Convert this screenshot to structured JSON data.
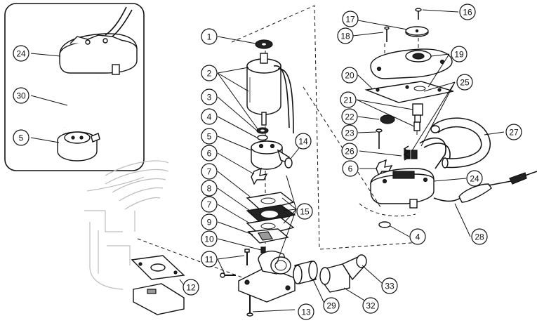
{
  "callouts": [
    {
      "id": "c1",
      "label": "1"
    },
    {
      "id": "c2",
      "label": "2"
    },
    {
      "id": "c3",
      "label": "3"
    },
    {
      "id": "c4a",
      "label": "4"
    },
    {
      "id": "c4b",
      "label": "4"
    },
    {
      "id": "c5a",
      "label": "5"
    },
    {
      "id": "c5b",
      "label": "5"
    },
    {
      "id": "c6a",
      "label": "6"
    },
    {
      "id": "c6b",
      "label": "6"
    },
    {
      "id": "c7a",
      "label": "7"
    },
    {
      "id": "c7b",
      "label": "7"
    },
    {
      "id": "c8",
      "label": "8"
    },
    {
      "id": "c9",
      "label": "9"
    },
    {
      "id": "c10",
      "label": "10"
    },
    {
      "id": "c11",
      "label": "11"
    },
    {
      "id": "c12",
      "label": "12"
    },
    {
      "id": "c13",
      "label": "13"
    },
    {
      "id": "c14",
      "label": "14"
    },
    {
      "id": "c15",
      "label": "15"
    },
    {
      "id": "c16",
      "label": "16"
    },
    {
      "id": "c17",
      "label": "17"
    },
    {
      "id": "c18",
      "label": "18"
    },
    {
      "id": "c19",
      "label": "19"
    },
    {
      "id": "c20",
      "label": "20"
    },
    {
      "id": "c21",
      "label": "21"
    },
    {
      "id": "c22",
      "label": "22"
    },
    {
      "id": "c23",
      "label": "23"
    },
    {
      "id": "c24a",
      "label": "24"
    },
    {
      "id": "c24b",
      "label": "24"
    },
    {
      "id": "c25",
      "label": "25"
    },
    {
      "id": "c26",
      "label": "26"
    },
    {
      "id": "c27",
      "label": "27"
    },
    {
      "id": "c28",
      "label": "28"
    },
    {
      "id": "c29",
      "label": "29"
    },
    {
      "id": "c30",
      "label": "30"
    },
    {
      "id": "c32",
      "label": "32"
    },
    {
      "id": "c33",
      "label": "33"
    }
  ]
}
